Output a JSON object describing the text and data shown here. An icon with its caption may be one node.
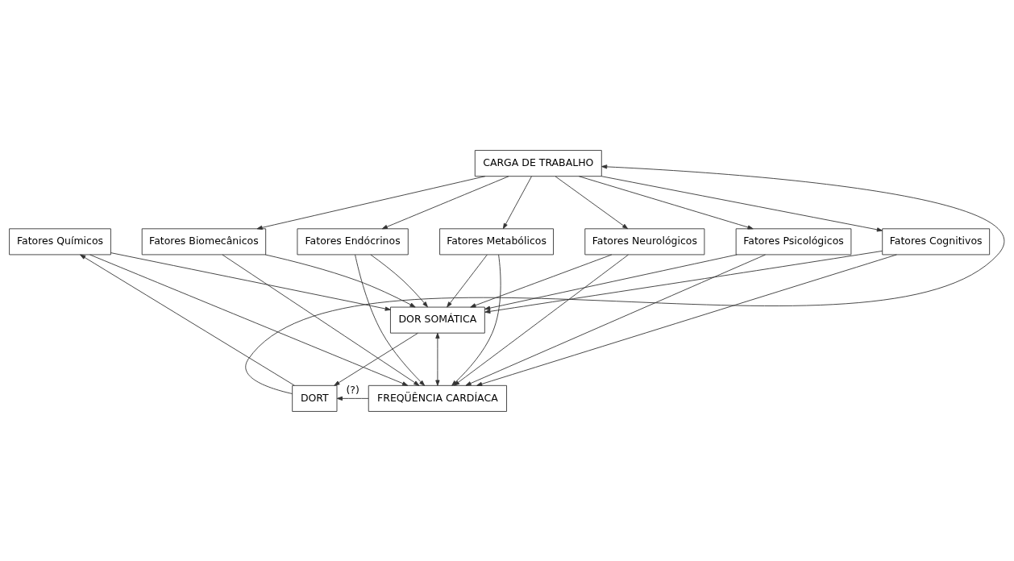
{
  "diagram": {
    "nodes": [
      {
        "text": [
          "CARGA DE TRABALHO"
        ]
      },
      {
        "text": [
          "Fatores Químicos"
        ]
      },
      {
        "text": [
          "Fatores Biomecânicos"
        ]
      },
      {
        "text": [
          "Fatores Endócrinos"
        ]
      },
      {
        "text": [
          "Fatores Metabólicos"
        ]
      },
      {
        "text": [
          "Fatores Neurológicos"
        ]
      },
      {
        "text": [
          "Fatores Psicológicos"
        ]
      },
      {
        "text": [
          "Fatores Cognitivos"
        ]
      },
      {
        "text": [
          "DOR SOMÁTICA"
        ]
      },
      {
        "text": [
          "DORT"
        ]
      },
      {
        "text": [
          "FREQÜÊNCIA CARDÍACA"
        ]
      }
    ],
    "edges": [
      {
        "from": 9,
        "to": 0,
        "arrow": "to"
      },
      {
        "from": 9,
        "to": 1,
        "arrow": "to"
      },
      {
        "from": 0,
        "to": 2,
        "arrow": "to"
      },
      {
        "from": 0,
        "to": 3,
        "arrow": "to"
      },
      {
        "from": 0,
        "to": 4,
        "arrow": "to"
      },
      {
        "from": 0,
        "to": 5,
        "arrow": "to"
      },
      {
        "from": 0,
        "to": 6,
        "arrow": "to"
      },
      {
        "from": 0,
        "to": 7,
        "arrow": "to"
      },
      {
        "from": 1,
        "to": 8,
        "arrow": "to"
      },
      {
        "from": 1,
        "to": 10,
        "arrow": "to"
      },
      {
        "from": 2,
        "to": 8,
        "arrow": "to"
      },
      {
        "from": 2,
        "to": 10,
        "arrow": "to"
      },
      {
        "from": 3,
        "to": 8,
        "arrow": "to"
      },
      {
        "from": 3,
        "to": 10,
        "arrow": "to"
      },
      {
        "from": 4,
        "to": 8,
        "arrow": "to"
      },
      {
        "from": 4,
        "to": 10,
        "arrow": "to"
      },
      {
        "from": 5,
        "to": 8,
        "arrow": "to"
      },
      {
        "from": 5,
        "to": 10,
        "arrow": "to"
      },
      {
        "from": 6,
        "to": 8,
        "arrow": "to"
      },
      {
        "from": 6,
        "to": 10,
        "arrow": "to"
      },
      {
        "from": 7,
        "to": 8,
        "arrow": "to"
      },
      {
        "from": 7,
        "to": 10,
        "arrow": "to"
      },
      {
        "from": 8,
        "to": 10,
        "arrow": "both"
      },
      {
        "from": 8,
        "to": 9,
        "arrow": "to"
      },
      {
        "from": 10,
        "to": 9,
        "arrow": "to",
        "label": "(?)"
      }
    ]
  }
}
